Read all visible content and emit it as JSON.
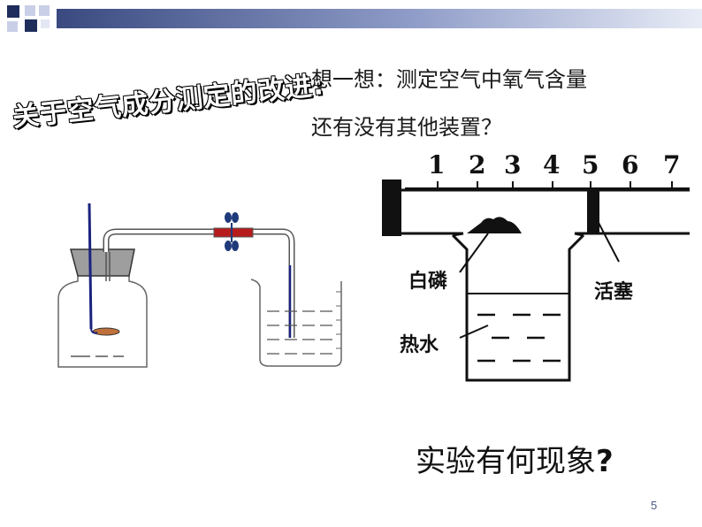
{
  "slide": {
    "title": "关于空气成分测定的改进:",
    "question_line1": "想一想：测定空气中氧气含量",
    "question_line2": "还有没有其他装置？",
    "ruler_numbers": [
      "1",
      "2",
      "3",
      "4",
      "5",
      "6",
      "7"
    ],
    "label_white_phosphorus": "白磷",
    "label_piston": "活塞",
    "label_hot_water": "热水",
    "phenomenon_question": "实验有何现象",
    "phenomenon_mark": "?",
    "page_number": "5"
  },
  "colors": {
    "topbar_dark": "#2b3a6b",
    "topbar_light": "#aab4d6",
    "pipe_rod": "#1a237e",
    "clamp": "#b71c1c",
    "stopper": "#9e9e9e"
  }
}
